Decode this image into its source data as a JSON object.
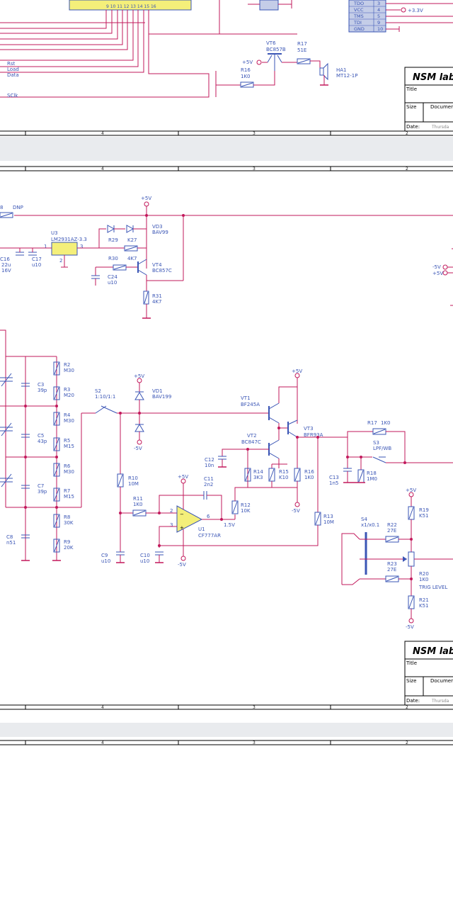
{
  "ruler": {
    "n4": "4",
    "n3": "3",
    "n2": "2"
  },
  "title_block": {
    "company": "NSM lab",
    "title": "Title",
    "size": "Size",
    "document": "Documer",
    "date": "Date:",
    "date_value": "Thursda"
  },
  "top": {
    "nets": [
      "Rst",
      "Load",
      "Data",
      "SClk"
    ],
    "jtag": [
      [
        "TDO",
        "3"
      ],
      [
        "VCC",
        "4"
      ],
      [
        "TMS",
        "5"
      ],
      [
        "TDI",
        "9"
      ],
      [
        "GND",
        "10"
      ]
    ],
    "plus33": "+3.3V",
    "vt6": {
      "ref": "VT6",
      "val": "BC857B"
    },
    "r17": {
      "ref": "R17",
      "val": "51E"
    },
    "r16": {
      "ref": "R16",
      "val": "1K0"
    },
    "ha1": {
      "ref": "HA1",
      "val": "MT12-1P"
    },
    "p5v": "+5V"
  },
  "mid": {
    "p5v": "+5V",
    "r8": "8",
    "dnp": "DNP",
    "u3": {
      "ref": "U3",
      "val": "LM2931AZ-3.3"
    },
    "pin1": "1",
    "pin3": "3",
    "pin2": "2",
    "c16": {
      "ref": "C16",
      "val": "22u",
      "v": "16V"
    },
    "c17": {
      "ref": "C17",
      "val": "u10"
    },
    "r29": {
      "ref": "R29",
      "val": "K27"
    },
    "r30": {
      "ref": "R30",
      "val": "4K7"
    },
    "c24": {
      "ref": "C24",
      "val": "u10"
    },
    "vd3": {
      "ref": "VD3",
      "val": "BAV99"
    },
    "vt4": {
      "ref": "VT4",
      "val": "BC857C"
    },
    "r31": {
      "ref": "R31",
      "val": "4K7"
    },
    "m5v": "-5V",
    "p5v2": "+5V"
  },
  "bottom": {
    "r2": {
      "ref": "R2",
      "val": "M30"
    },
    "r3": {
      "ref": "R3",
      "val": "M20"
    },
    "r4": {
      "ref": "R4",
      "val": "M30"
    },
    "r5": {
      "ref": "R5",
      "val": "M15"
    },
    "r6": {
      "ref": "R6",
      "val": "M30"
    },
    "r7": {
      "ref": "R7",
      "val": "M15"
    },
    "r8": {
      "ref": "R8",
      "val": "30K"
    },
    "r9": {
      "ref": "R9",
      "val": "20K"
    },
    "c3": {
      "ref": "C3",
      "val": "39p"
    },
    "c5": {
      "ref": "C5",
      "val": "43p"
    },
    "c7": {
      "ref": "C7",
      "val": "39p"
    },
    "c8": {
      "ref": "C8",
      "val": "n51"
    },
    "s2": {
      "ref": "S2",
      "val": "1:10/1:1"
    },
    "vd1": {
      "ref": "VD1",
      "val": "BAV199"
    },
    "vt1": {
      "ref": "VT1",
      "val": "BF245A"
    },
    "vt2": {
      "ref": "VT2",
      "val": "BC847C"
    },
    "vt3": {
      "ref": "VT3",
      "val": "BFR93A"
    },
    "r17": {
      "ref": "R17",
      "val": "1K0"
    },
    "s3": {
      "ref": "S3",
      "val": "LPF/WB"
    },
    "c12": {
      "ref": "C12",
      "val": "10n"
    },
    "r14": {
      "ref": "R14",
      "val": "3K3"
    },
    "r15": {
      "ref": "R15",
      "val": "K10"
    },
    "r16": {
      "ref": "R16",
      "val": "1K0"
    },
    "c13": {
      "ref": "C13",
      "val": "1n5"
    },
    "r18": {
      "ref": "R18",
      "val": "1M0"
    },
    "r10": {
      "ref": "R10",
      "val": "10M"
    },
    "r11": {
      "ref": "R11",
      "val": "1K0"
    },
    "c11": {
      "ref": "C11",
      "val": "2n2"
    },
    "r12": {
      "ref": "R12",
      "val": "10K"
    },
    "v15": "1.5V",
    "u1": {
      "ref": "U1",
      "val": "CF777AR"
    },
    "c9": {
      "ref": "C9",
      "val": "u10"
    },
    "c10": {
      "ref": "C10",
      "val": "u10"
    },
    "r13": {
      "ref": "R13",
      "val": "10M"
    },
    "s4": {
      "ref": "S4",
      "val": "x1/x0.1"
    },
    "r22": {
      "ref": "R22",
      "val": "27E"
    },
    "r23": {
      "ref": "R23",
      "val": "27E"
    },
    "r19": {
      "ref": "R19",
      "val": "K51"
    },
    "r20": {
      "ref": "R20",
      "val": "1K0"
    },
    "trig": "TRIG  LEVEL",
    "r21": {
      "ref": "R21",
      "val": "K51"
    },
    "p5v": "+5V",
    "m5v": "-5V",
    "pin2": "2",
    "pin3": "3",
    "pin6": "6"
  }
}
